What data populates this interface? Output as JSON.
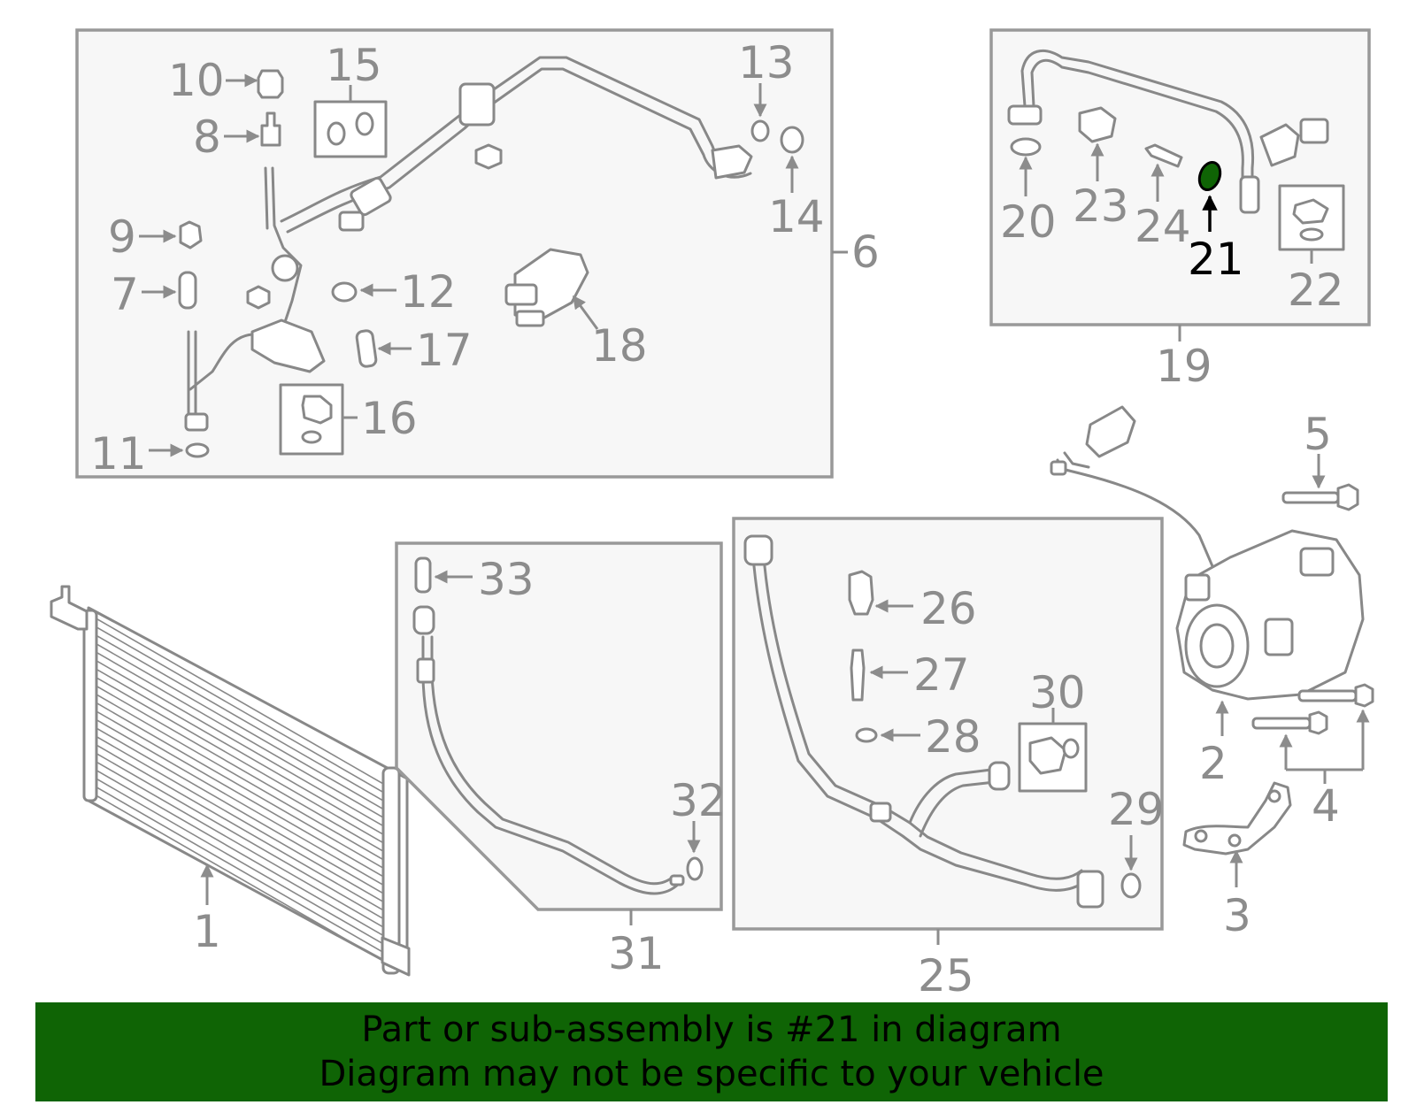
{
  "highlighted_part": "21",
  "colors": {
    "line": "#888888",
    "box_fill": "#f7f7f7",
    "highlight_fill": "#0f6405",
    "banner_background": "#0f6405",
    "banner_text": "#000000"
  },
  "banner": {
    "line1": "Part or sub-assembly is #21 in diagram",
    "line2": "Diagram may not be specific to your vehicle"
  },
  "callouts": {
    "c1": "1",
    "c2": "2",
    "c3": "3",
    "c4": "4",
    "c5": "5",
    "c6": "6",
    "c7": "7",
    "c8": "8",
    "c9": "9",
    "c10": "10",
    "c11": "11",
    "c12": "12",
    "c13": "13",
    "c14": "14",
    "c15": "15",
    "c16": "16",
    "c17": "17",
    "c18": "18",
    "c19": "19",
    "c20": "20",
    "c21": "21",
    "c22": "22",
    "c23": "23",
    "c24": "24",
    "c25": "25",
    "c26": "26",
    "c27": "27",
    "c28": "28",
    "c29": "29",
    "c30": "30",
    "c31": "31",
    "c32": "32",
    "c33": "33"
  }
}
